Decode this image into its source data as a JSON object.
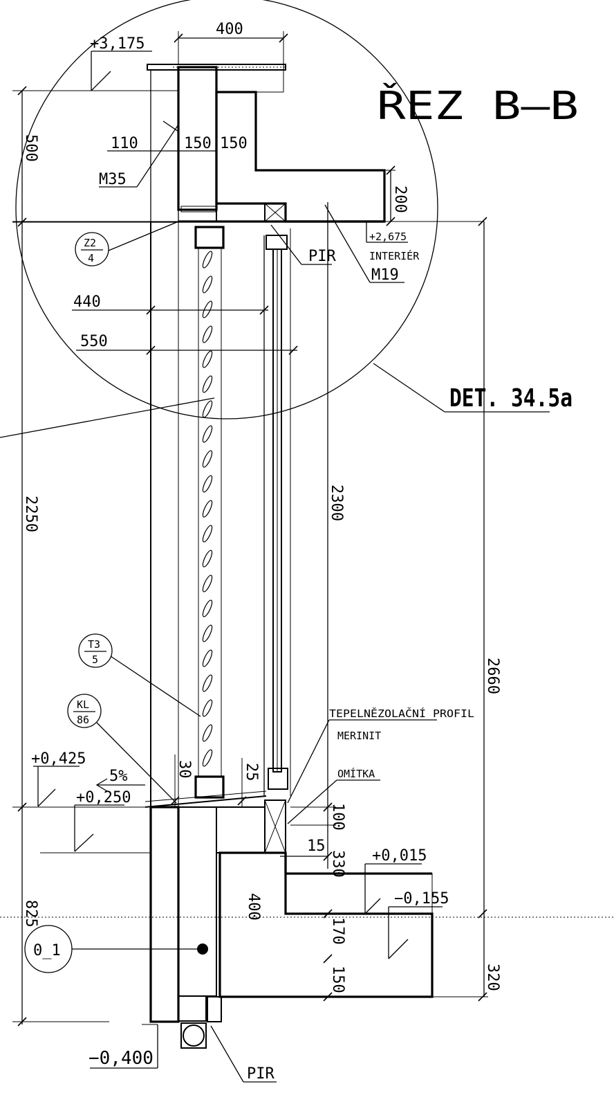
{
  "title": "ŘEZ B–B",
  "detail": "DET. 34.5a",
  "levels": {
    "top": "+3,175",
    "interior": "+2,675",
    "interior_label": "INTERIÉR",
    "sill": "+0,425",
    "sill_lower": "+0,250",
    "floor": "+0,015",
    "floor_lower": "−0,155",
    "bottom": "−0,400"
  },
  "slope": "5%",
  "dims": {
    "d400_top": "400",
    "d500": "500",
    "d110": "110",
    "d150a": "150",
    "d150b": "150",
    "d200": "200",
    "d440": "440",
    "d550": "550",
    "d2250": "2250",
    "d2300": "2300",
    "d2660": "2660",
    "d30": "30",
    "d25": "25",
    "d100": "100",
    "d15": "15",
    "d330": "330",
    "d400_low": "400",
    "d170": "170",
    "d150_low": "150",
    "d320": "320",
    "d825": "825"
  },
  "materials": {
    "m35": "M35",
    "m19": "M19",
    "pir_top": "PIR",
    "pir_bottom": "PIR",
    "profile_line1": "TEPELNĚZOLAČNÍ PROFIL",
    "profile_line2": "MERINIT",
    "plaster": "OMÍTKA"
  },
  "tags": [
    {
      "top": "Z2",
      "bottom": "4"
    },
    {
      "top": "T3",
      "bottom": "5"
    },
    {
      "top": "KL",
      "bottom": "86"
    }
  ],
  "marker": "0_1"
}
